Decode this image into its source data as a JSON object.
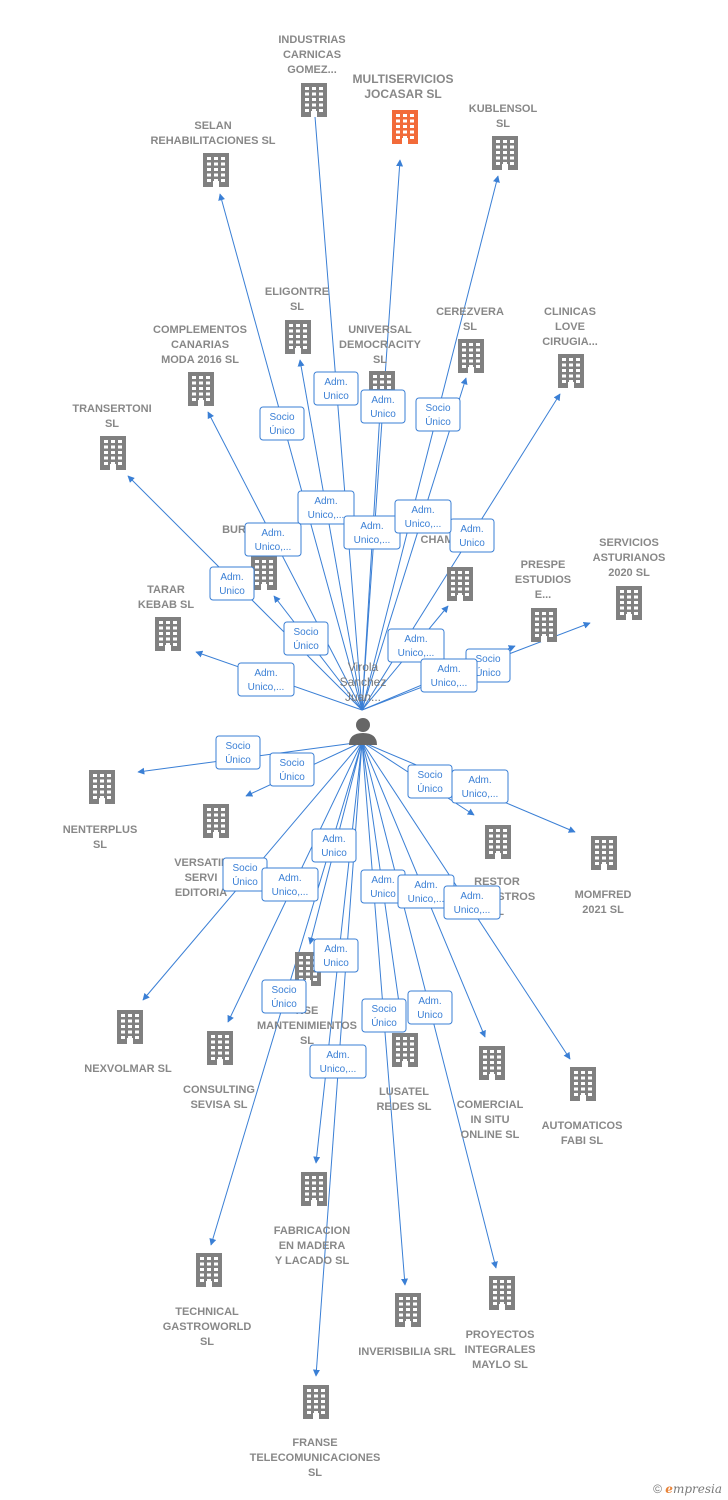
{
  "center": {
    "label_lines": [
      "Virola",
      "Sanchez",
      "Juan..."
    ],
    "icon": "person-icon"
  },
  "colors": {
    "edge": "#3a7fd5",
    "building": "#808080",
    "highlight": "#f26b3a",
    "label": "#888888"
  },
  "companies": [
    {
      "id": "industrias-carnicas-gomez",
      "lines": [
        "INDUSTRIAS",
        "CARNICAS",
        "GOMEZ..."
      ]
    },
    {
      "id": "multiservicios-jocasar",
      "lines": [
        "MULTISERVICIOS",
        "JOCASAR  SL"
      ],
      "highlight": true
    },
    {
      "id": "kublensol",
      "lines": [
        "KUBLENSOL",
        "SL"
      ]
    },
    {
      "id": "selan-rehabilitaciones",
      "lines": [
        "SELAN",
        "REHABILITACIONES SL"
      ]
    },
    {
      "id": "eligontre",
      "lines": [
        "ELIGONTRE",
        "SL"
      ]
    },
    {
      "id": "complementos-canarias",
      "lines": [
        "COMPLEMENTOS",
        "CANARIAS",
        "MODA 2016  SL"
      ]
    },
    {
      "id": "universal-democracity",
      "lines": [
        "UNIVERSAL",
        "DEMOCRACITY",
        "SL"
      ]
    },
    {
      "id": "cerezvera",
      "lines": [
        "CEREZVERA",
        "SL"
      ]
    },
    {
      "id": "clinicas-love-cirugia",
      "lines": [
        "CLINICAS",
        "LOVE",
        "CIRUGIA..."
      ]
    },
    {
      "id": "transertoni",
      "lines": [
        "TRANSERTONI",
        "SL"
      ]
    },
    {
      "id": "bur",
      "lines": [
        "BUR"
      ]
    },
    {
      "id": "cham",
      "lines": [
        "CHAM"
      ]
    },
    {
      "id": "servicios-asturianos",
      "lines": [
        "SERVICIOS",
        "ASTURIANOS",
        "2020  SL"
      ]
    },
    {
      "id": "prespe-estudios",
      "lines": [
        "PRESPE",
        "ESTUDIOS",
        "E..."
      ]
    },
    {
      "id": "tarar-kebab",
      "lines": [
        "TARAR",
        "KEBAB  SL"
      ]
    },
    {
      "id": "nenterplus",
      "lines": [
        "NENTERPLUS",
        "SL"
      ]
    },
    {
      "id": "versatil-servi-editoria",
      "lines": [
        "VERSATIL",
        "SERVI",
        "EDITORIA"
      ]
    },
    {
      "id": "restor-suministros",
      "lines": [
        "RESTOR",
        "SUMINISTROS",
        "SL"
      ]
    },
    {
      "id": "momfred-2021",
      "lines": [
        "MOMFRED",
        "2021  SL"
      ]
    },
    {
      "id": "nse-mantenimientos",
      "lines": [
        "NSE",
        "MANTENIMIENTOS",
        "SL"
      ]
    },
    {
      "id": "nexvolmar",
      "lines": [
        "NEXVOLMAR SL"
      ]
    },
    {
      "id": "consulting-sevisa",
      "lines": [
        "CONSULTING",
        "SEVISA  SL"
      ]
    },
    {
      "id": "lusatel-redes",
      "lines": [
        "LUSATEL",
        "REDES SL"
      ]
    },
    {
      "id": "comercial-in-situ-online",
      "lines": [
        "COMERCIAL",
        "IN SITU",
        "ONLINE  SL"
      ]
    },
    {
      "id": "automaticos-fabi",
      "lines": [
        "AUTOMATICOS",
        "FABI  SL"
      ]
    },
    {
      "id": "fabricacion-en-madera",
      "lines": [
        "FABRICACION",
        "EN MADERA",
        "Y LACADO  SL"
      ]
    },
    {
      "id": "technical-gastroworld",
      "lines": [
        "TECHNICAL",
        "GASTROWORLD",
        "SL"
      ]
    },
    {
      "id": "inverisbilia",
      "lines": [
        "INVERISBILIA SRL"
      ]
    },
    {
      "id": "proyectos-integrales-maylo",
      "lines": [
        "PROYECTOS",
        "INTEGRALES",
        "MAYLO SL"
      ]
    },
    {
      "id": "franse-telecomunicaciones",
      "lines": [
        "FRANSE",
        "TELECOMUNICACIONES",
        "SL"
      ]
    }
  ],
  "relations": [
    {
      "id": "r1",
      "lines": [
        "Adm.",
        "Unico"
      ]
    },
    {
      "id": "r2",
      "lines": [
        "Socio",
        "Único"
      ]
    },
    {
      "id": "r3",
      "lines": [
        "Adm.",
        "Unico"
      ]
    },
    {
      "id": "r4",
      "lines": [
        "Socio",
        "Único"
      ]
    },
    {
      "id": "r5",
      "lines": [
        "Adm.",
        "Unico,..."
      ]
    },
    {
      "id": "r6",
      "lines": [
        "Adm.",
        "Unico,..."
      ]
    },
    {
      "id": "r7",
      "lines": [
        "Adm.",
        "Unico,..."
      ]
    },
    {
      "id": "r8",
      "lines": [
        "Adm.",
        "Unico"
      ]
    },
    {
      "id": "r9",
      "lines": [
        "Adm.",
        "Unico,..."
      ]
    },
    {
      "id": "r10",
      "lines": [
        "Adm.",
        "Unico"
      ]
    },
    {
      "id": "r11",
      "lines": [
        "Socio",
        "Único"
      ]
    },
    {
      "id": "r12",
      "lines": [
        "Adm.",
        "Unico,..."
      ]
    },
    {
      "id": "r13",
      "lines": [
        "Adm.",
        "Unico,..."
      ]
    },
    {
      "id": "r14",
      "lines": [
        "Socio",
        "Único"
      ]
    },
    {
      "id": "r15",
      "lines": [
        "Adm.",
        "Unico,..."
      ]
    },
    {
      "id": "r16",
      "lines": [
        "Socio",
        "Único"
      ]
    },
    {
      "id": "r17",
      "lines": [
        "Socio",
        "Único"
      ]
    },
    {
      "id": "r18",
      "lines": [
        "Socio",
        "Único"
      ]
    },
    {
      "id": "r19",
      "lines": [
        "Adm.",
        "Unico,..."
      ]
    },
    {
      "id": "r20",
      "lines": [
        "Adm.",
        "Unico"
      ]
    },
    {
      "id": "r21",
      "lines": [
        "Socio",
        "Único"
      ]
    },
    {
      "id": "r22",
      "lines": [
        "Adm.",
        "Unico,..."
      ]
    },
    {
      "id": "r23",
      "lines": [
        "Adm.",
        "Unico"
      ]
    },
    {
      "id": "r24",
      "lines": [
        "Adm.",
        "Unico,..."
      ]
    },
    {
      "id": "r25",
      "lines": [
        "Adm.",
        "Unico,..."
      ]
    },
    {
      "id": "r26",
      "lines": [
        "Adm.",
        "Unico"
      ]
    },
    {
      "id": "r27",
      "lines": [
        "Socio",
        "Único"
      ]
    },
    {
      "id": "r28",
      "lines": [
        "Socio",
        "Único"
      ]
    },
    {
      "id": "r29",
      "lines": [
        "Adm.",
        "Unico"
      ]
    },
    {
      "id": "r30",
      "lines": [
        "Adm.",
        "Unico,..."
      ]
    }
  ],
  "footer": {
    "copyright": "©",
    "brand_initial": "e",
    "brand_rest": "mpresia"
  }
}
